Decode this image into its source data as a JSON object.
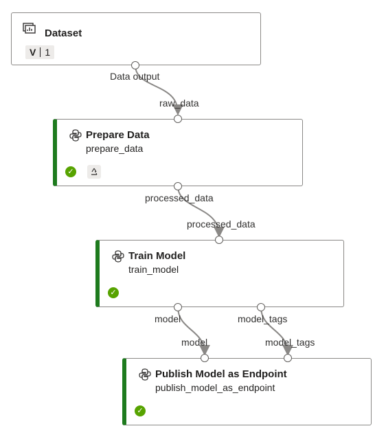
{
  "dataset": {
    "title": "Dataset",
    "version_letter": "V",
    "version_number": "1",
    "output_port": "Data output",
    "icon": "dataset-icon"
  },
  "modules": [
    {
      "title": "Prepare Data",
      "name": "prepare_data",
      "status": "completed",
      "status_icon": "checkmark-icon",
      "extra_icon": "reuse-icon",
      "inputs": [
        "raw_data"
      ],
      "outputs": [
        "processed_data"
      ]
    },
    {
      "title": "Train Model",
      "name": "train_model",
      "status": "completed",
      "status_icon": "checkmark-icon",
      "inputs": [
        "processed_data"
      ],
      "outputs": [
        "model",
        "model_tags"
      ]
    },
    {
      "title": "Publish Model as Endpoint",
      "name": "publish_model_as_endpoint",
      "status": "completed",
      "status_icon": "checkmark-icon",
      "inputs": [
        "model",
        "model_tags"
      ],
      "outputs": []
    }
  ],
  "colors": {
    "status_bar": "#1e7b1e",
    "success": "#57a300",
    "edge": "#8a8886"
  }
}
